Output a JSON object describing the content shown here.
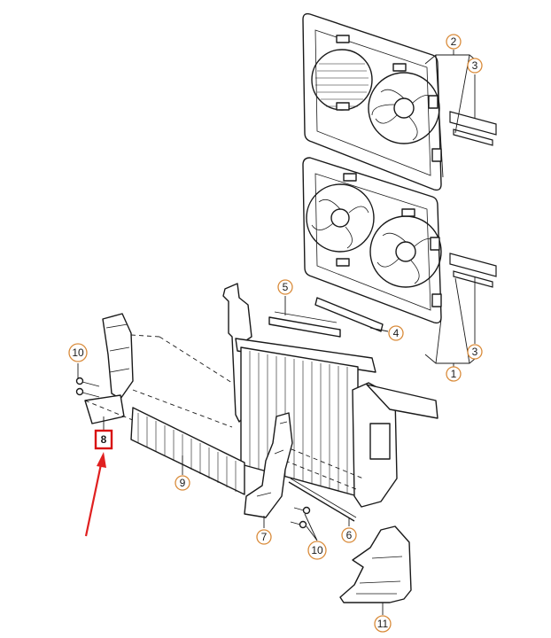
{
  "callouts": {
    "c1": "1",
    "c2": "2",
    "c3_top": "3",
    "c3_bottom": "3",
    "c4": "4",
    "c5": "5",
    "c6": "6",
    "c7": "7",
    "c8": "8",
    "c9": "9",
    "c10_left": "10",
    "c10_bottom": "10",
    "c11": "11"
  },
  "colors": {
    "callout_ring": "#d98b3a",
    "highlight_box": "#d81010",
    "pointer_arrow": "#e02020",
    "line_art": "#1a1a1a"
  },
  "highlighted_part": "8"
}
